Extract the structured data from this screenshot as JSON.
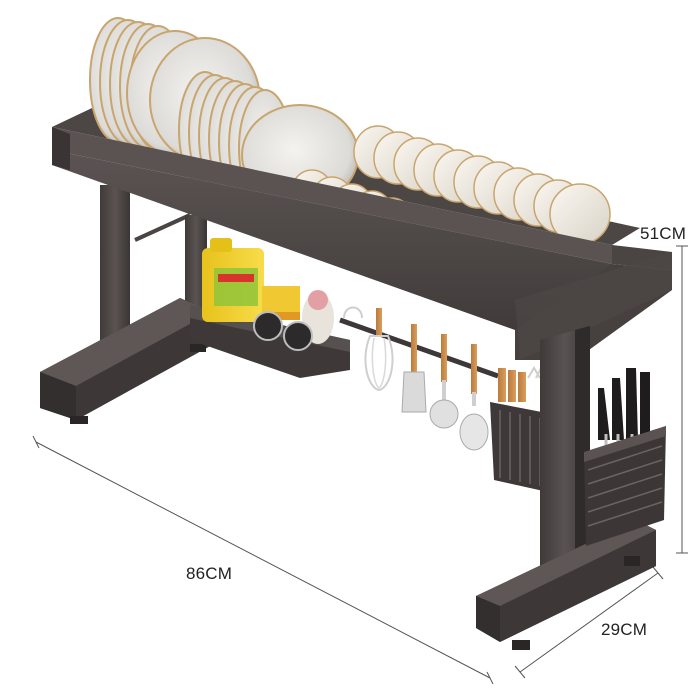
{
  "product": {
    "name_icon": "dish-drying-rack",
    "colors": {
      "frame": "#4a4443",
      "frame_dark": "#3a3534",
      "frame_light": "#5d5655",
      "plate_rim": "#c9a56e",
      "plate_face": "#ececea",
      "bowl": "#f0ece4",
      "utensil_handle": "#c98a4e",
      "utensil_metal": "#d8d8d8"
    }
  },
  "dimensions": {
    "height": "51CM",
    "width": "86CM",
    "depth": "29CM"
  }
}
